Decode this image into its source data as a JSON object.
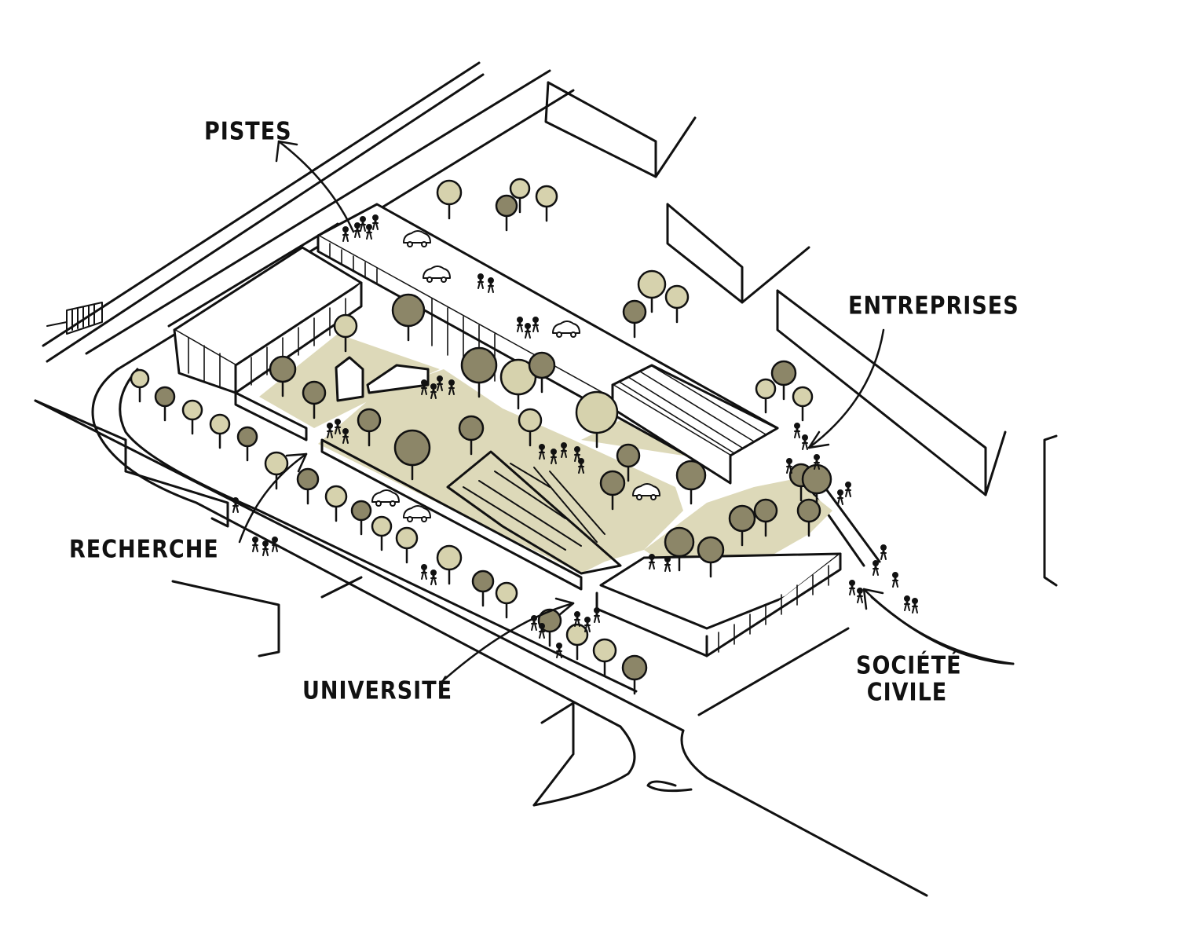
{
  "labels": {
    "pistes": "PISTES",
    "entreprises": "ENTREPRISES",
    "recherche": "RECHERCHE",
    "universite": "UNIVERSITÉ",
    "societe": "SOCIÉTÉ",
    "civile": "CIVILE"
  },
  "colors": {
    "ink": "#111111",
    "green_fill": "#ddd9b9",
    "tree_light": "#d6d2ad",
    "tree_dark": "#8c8668",
    "paper": "#ffffff"
  },
  "icons": [
    "tree-icon",
    "pedestrian-icon",
    "car-icon",
    "arrow-icon"
  ]
}
